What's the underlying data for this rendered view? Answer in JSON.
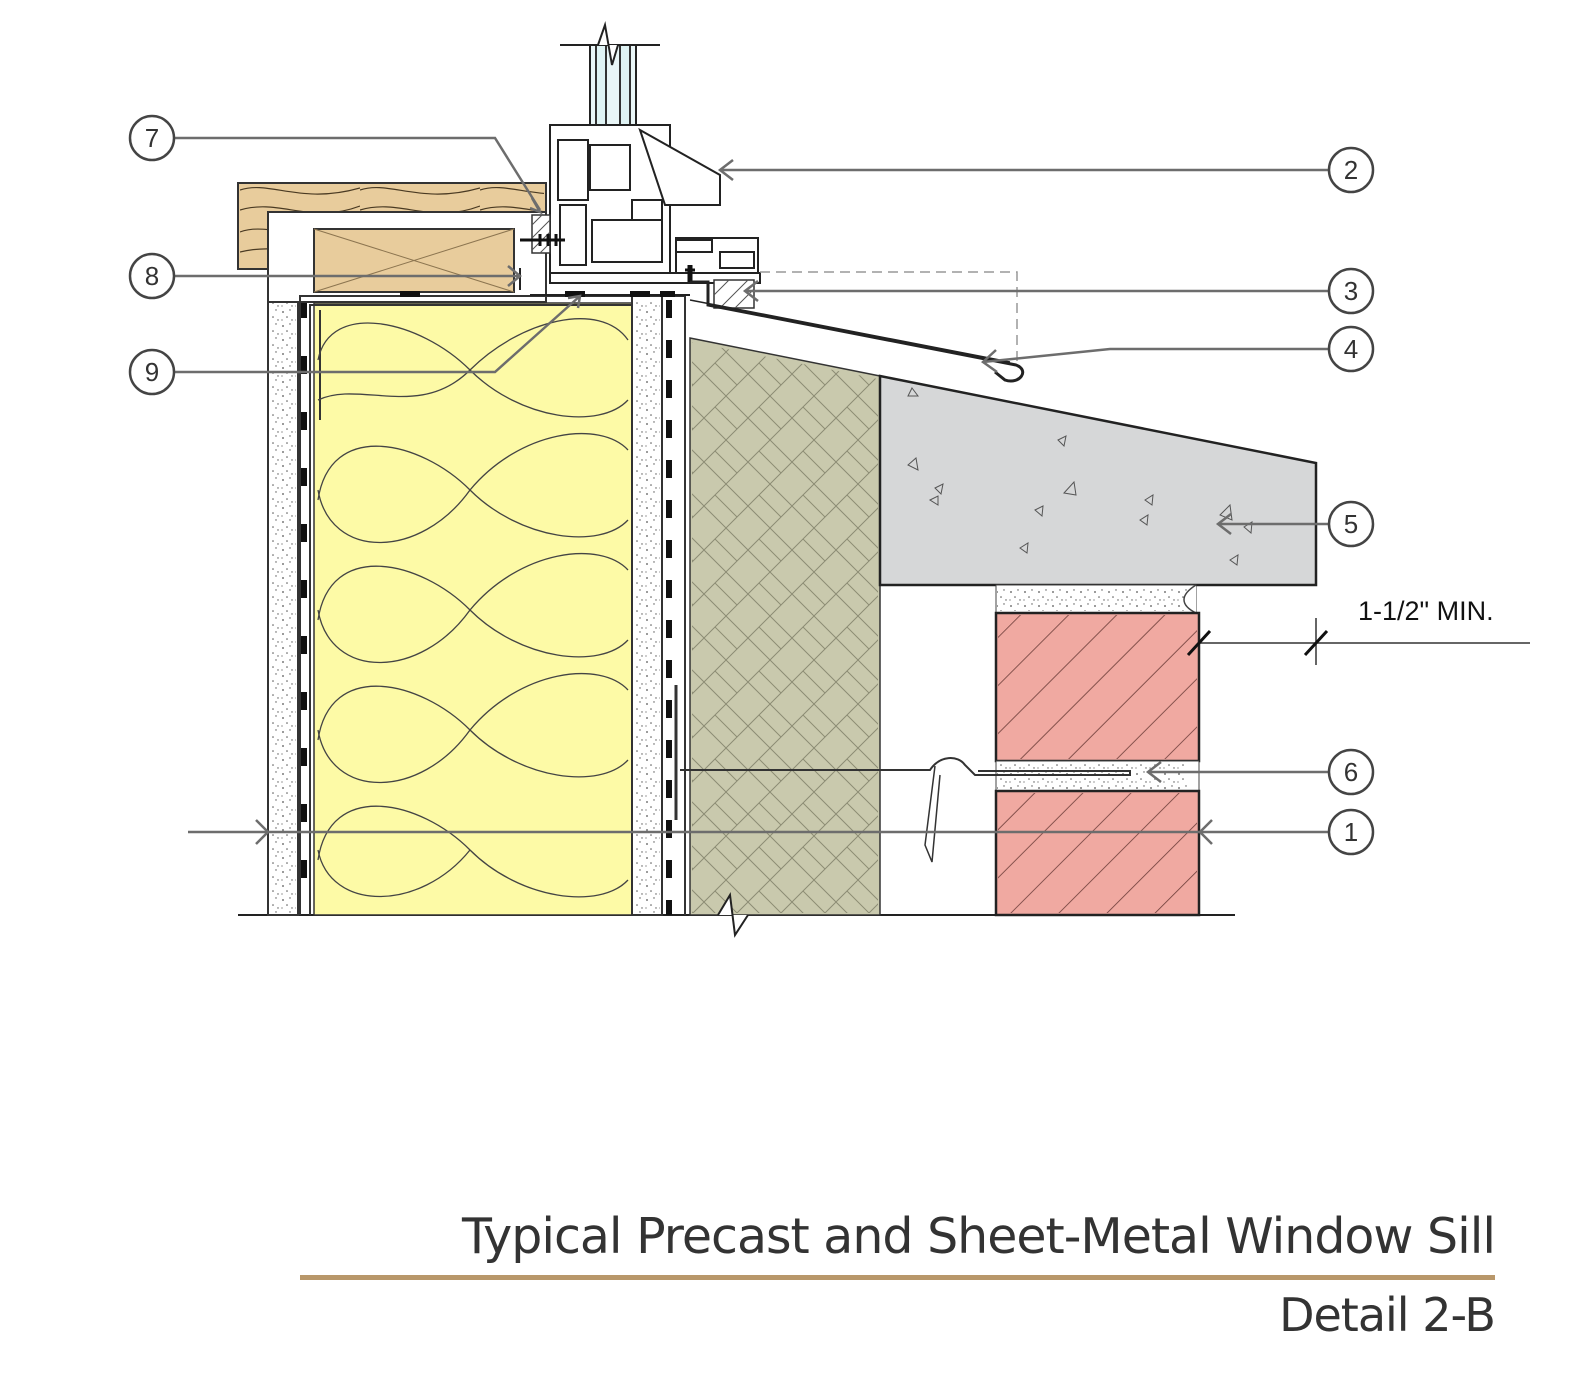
{
  "title": "Typical Precast and Sheet-Metal Window Sill",
  "subtitle": "Detail 2-B",
  "dimension_label": "1-1/2\" MIN.",
  "callouts": [
    "1",
    "2",
    "3",
    "4",
    "5",
    "6",
    "7",
    "8",
    "9"
  ],
  "colors": {
    "insulation": "#fdfaa6",
    "wood": "#e8cc9c",
    "concrete": "#d6d7d8",
    "sheathing": "#c9c9ad",
    "brick": "#f0a9a1",
    "rule": "#b8976a",
    "leader": "#6d6d6d"
  }
}
